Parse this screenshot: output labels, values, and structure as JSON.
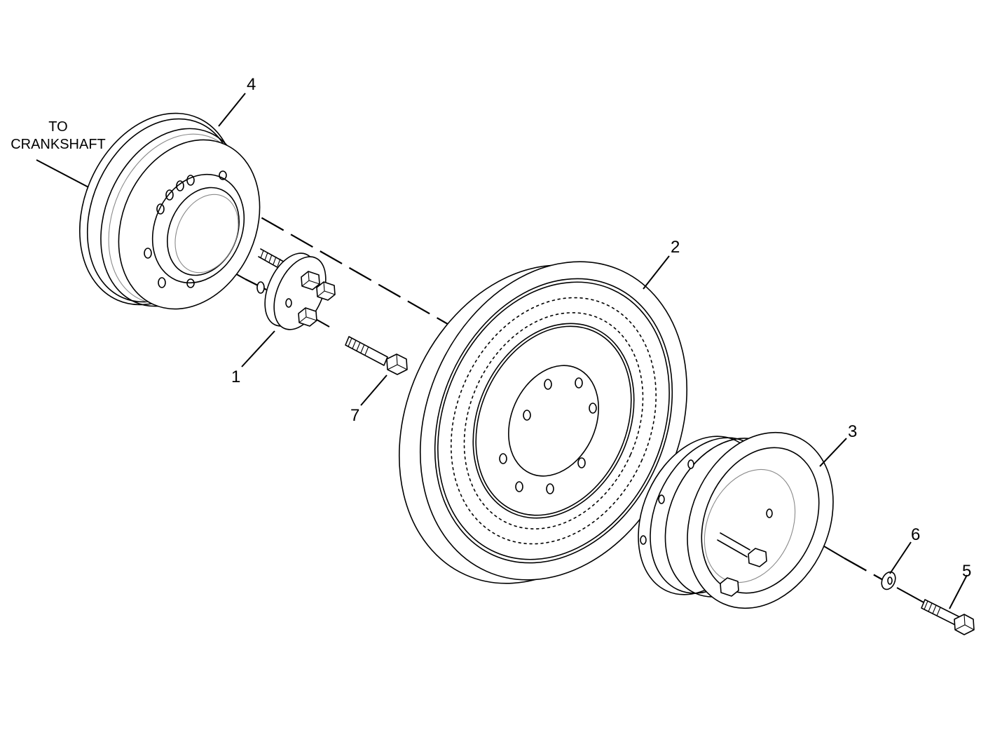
{
  "diagram": {
    "note_lines": [
      "TO",
      "CRANKSHAFT"
    ],
    "callouts": [
      {
        "id": "1",
        "label": "1"
      },
      {
        "id": "2",
        "label": "2"
      },
      {
        "id": "3",
        "label": "3"
      },
      {
        "id": "4",
        "label": "4"
      },
      {
        "id": "5",
        "label": "5"
      },
      {
        "id": "6",
        "label": "6"
      },
      {
        "id": "7",
        "label": "7"
      }
    ]
  }
}
